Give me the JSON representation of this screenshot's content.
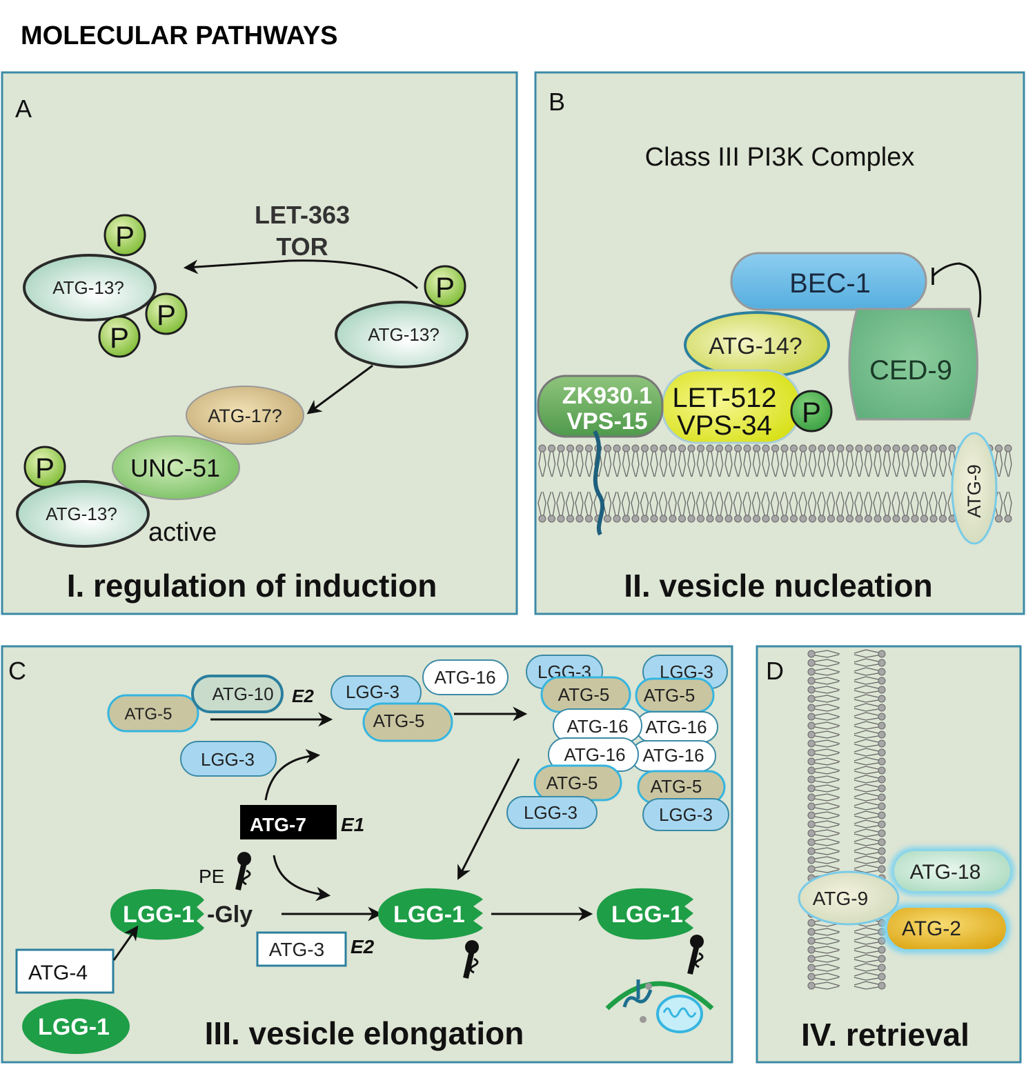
{
  "title": "MOLECULAR PATHWAYS",
  "colors": {
    "panel_bg": "#dde5d4",
    "panel_border": "#3a8aa6",
    "phospho_green": "#8dc63f",
    "lgg1_green": "#1e9e47",
    "lgg3_blue": "#a7d7f0",
    "atg5_olive": "#c9c5a0",
    "bec1_blue": "#6bbbe6",
    "ced9_green": "#6fba8a",
    "atg14_yellow": "#dde36a",
    "let512_yellow": "#e6ec1e",
    "atg2_orange": "#e8b518",
    "atg18_mint": "#c8e8d3"
  },
  "panelA": {
    "letter": "A",
    "phospho": "P",
    "atg13": "ATG-13?",
    "tor_line1": "LET-363",
    "tor_line2": "TOR",
    "atg17": "ATG-17?",
    "unc51": "UNC-51",
    "active": "active",
    "caption": "I. regulation of induction"
  },
  "panelB": {
    "letter": "B",
    "subtitle": "Class III PI3K Complex",
    "bec1": "BEC-1",
    "ced9": "CED-9",
    "atg14": "ATG-14?",
    "zk_line1": "ZK930.1",
    "zk_line2": "VPS-15",
    "let512_line1": "LET-512",
    "let512_line2": "VPS-34",
    "phospho": "P",
    "atg9": "ATG-9",
    "caption": "II. vesicle nucleation"
  },
  "panelC": {
    "letter": "C",
    "atg5": "ATG-5",
    "atg10": "ATG-10",
    "e2": "E2",
    "lgg3": "LGG-3",
    "atg16": "ATG-16",
    "atg7": "ATG-7",
    "e1": "E1",
    "pe": "PE",
    "lgg1": "LGG-1",
    "gly": "-Gly",
    "atg3": "ATG-3",
    "atg4": "ATG-4",
    "caption": "III. vesicle elongation"
  },
  "panelD": {
    "letter": "D",
    "atg18": "ATG-18",
    "atg9": "ATG-9",
    "atg2": "ATG-2",
    "caption": "IV. retrieval"
  }
}
